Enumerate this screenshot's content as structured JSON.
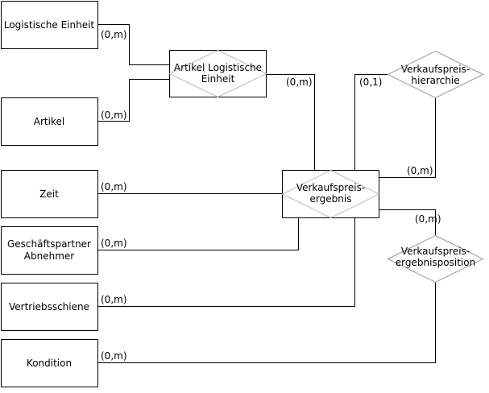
{
  "entities": {
    "logistische_einheit": "Logistische Einheit",
    "artikel": "Artikel",
    "zeit": "Zeit",
    "geschaeftspartner_1": "Geschäftspartner",
    "geschaeftspartner_2": "Abnehmer",
    "vertriebsschiene": "Vertriebsschiene",
    "kondition": "Kondition"
  },
  "relationships": {
    "artikel_logistische_einheit_1": "Artikel Logistische",
    "artikel_logistische_einheit_2": "Einheit",
    "verkaufspreisergebnis_1": "Verkaufspreis-",
    "verkaufspreisergebnis_2": "ergebnis",
    "verkaufspreishierarchie_1": "Verkaufspreis-",
    "verkaufspreishierarchie_2": "hierarchie",
    "verkaufspreisergebnisposition_1": "Verkaufspreis-",
    "verkaufspreisergebnisposition_2": "ergebnisposition"
  },
  "cardinalities": {
    "log_einheit": "(0,m)",
    "artikel": "(0,m)",
    "ale_to_vpe": "(0,m)",
    "vph_top": "(0,1)",
    "vph_bottom": "(0,m)",
    "zeit": "(0,m)",
    "gp": "(0,m)",
    "vpp_top": "(0,m)",
    "vertrieb": "(0,m)",
    "kondition": "(0,m)"
  }
}
